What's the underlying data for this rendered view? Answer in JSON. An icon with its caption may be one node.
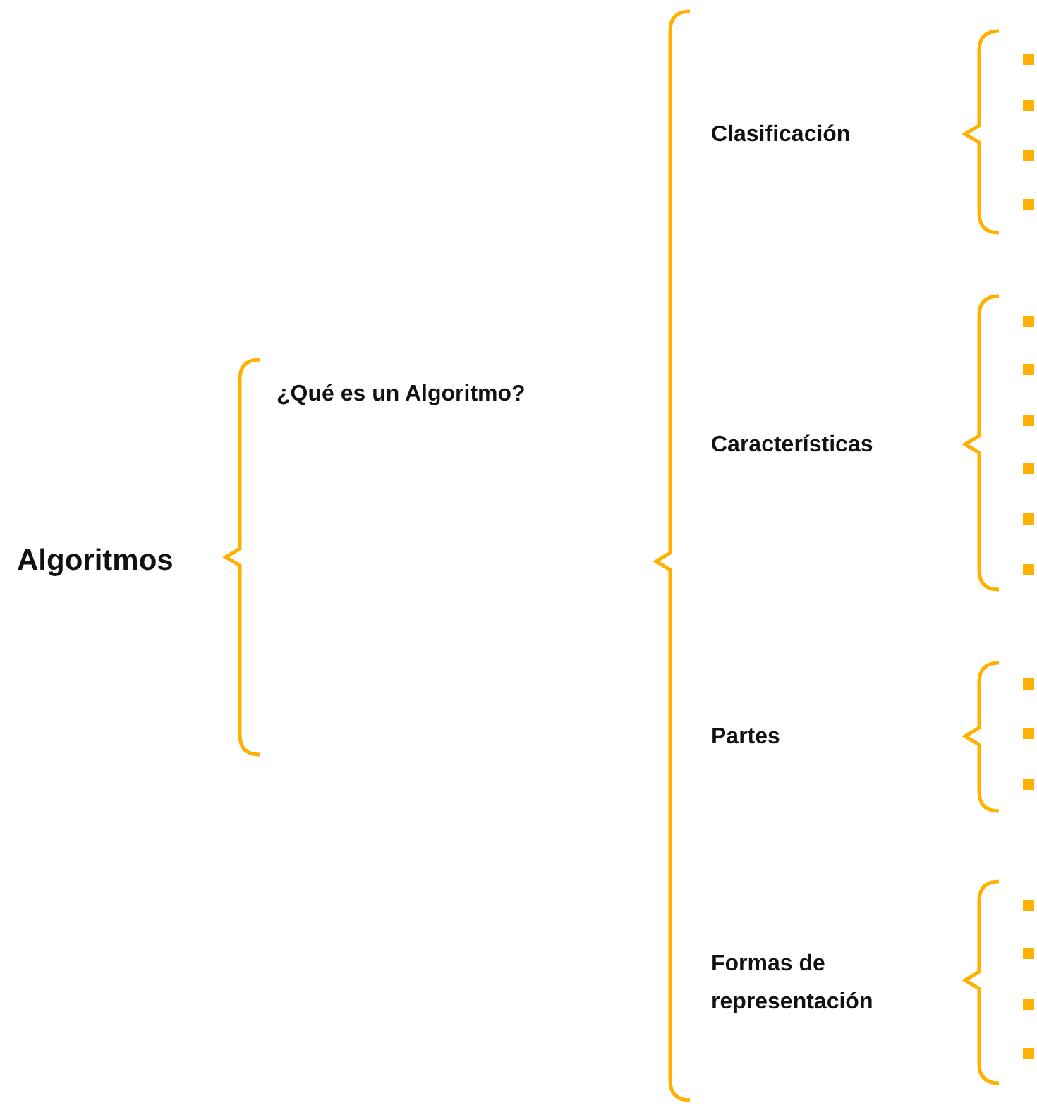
{
  "diagram": {
    "nodes": [
      {
        "text": [
          "Algoritmos"
        ]
      },
      {
        "text": [
          "¿Qué es un Algoritmo?"
        ]
      },
      {
        "text": [
          "Clasificación"
        ]
      },
      {
        "text": [],
        "shape": "box"
      },
      {
        "text": [],
        "shape": "box"
      },
      {
        "text": [],
        "shape": "box"
      },
      {
        "text": [],
        "shape": "box"
      },
      {
        "text": [
          "Características"
        ]
      },
      {
        "text": [],
        "shape": "box"
      },
      {
        "text": [],
        "shape": "box"
      },
      {
        "text": [],
        "shape": "box"
      },
      {
        "text": [],
        "shape": "box"
      },
      {
        "text": [],
        "shape": "box"
      },
      {
        "text": [],
        "shape": "box"
      },
      {
        "text": [
          "Partes"
        ]
      },
      {
        "text": [],
        "shape": "box"
      },
      {
        "text": [],
        "shape": "box"
      },
      {
        "text": [],
        "shape": "box"
      },
      {
        "text": [
          "Formas de representación"
        ]
      },
      {
        "text": [],
        "shape": "box"
      },
      {
        "text": [],
        "shape": "box"
      },
      {
        "text": [],
        "shape": "box"
      },
      {
        "text": [],
        "shape": "box"
      }
    ]
  }
}
